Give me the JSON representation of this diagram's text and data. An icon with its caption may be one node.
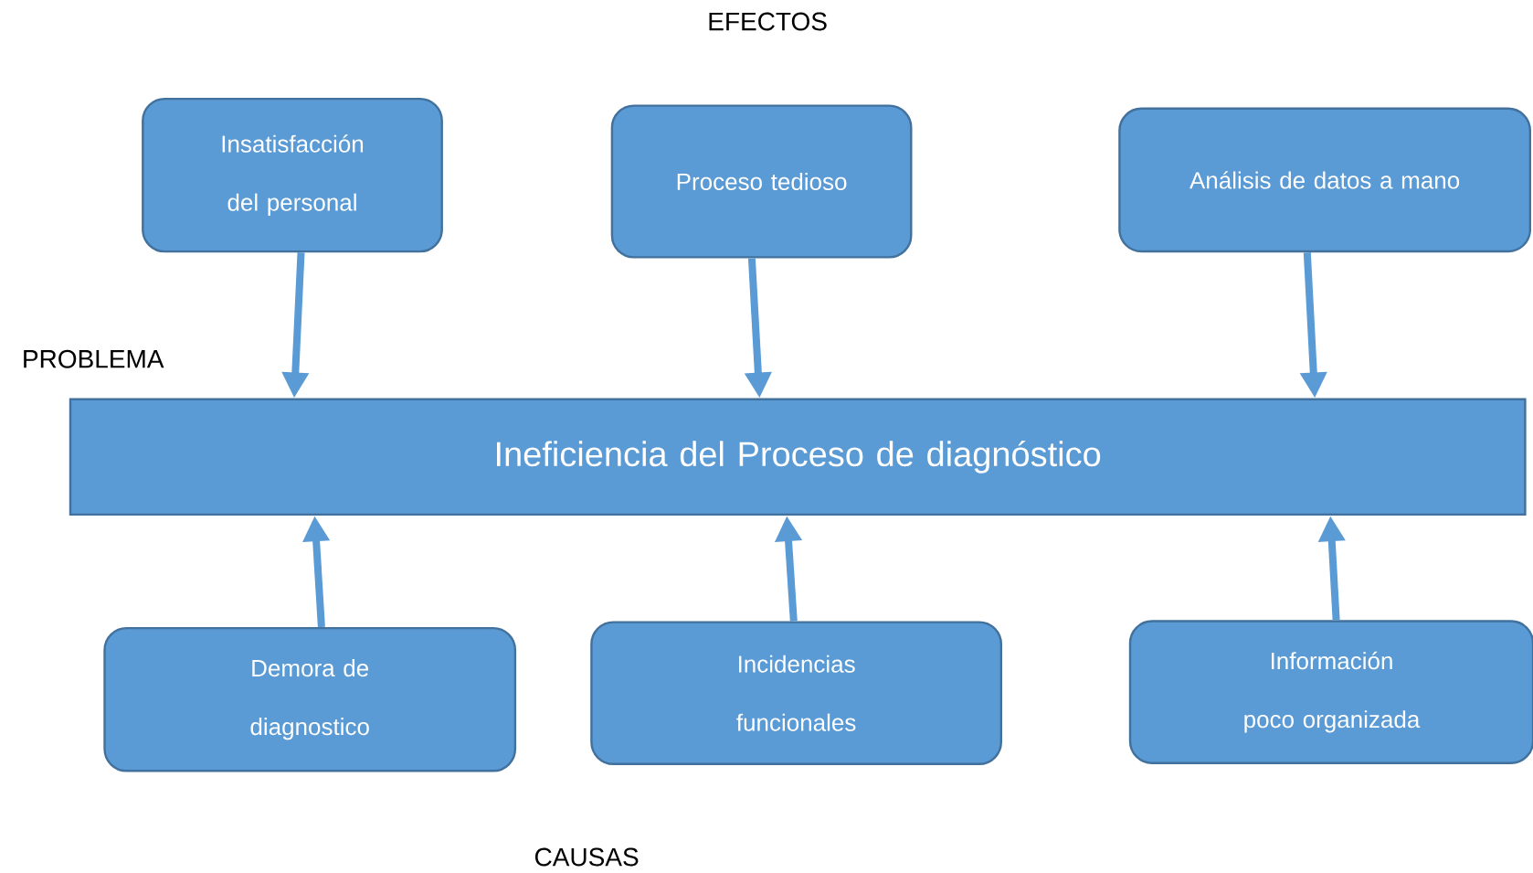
{
  "diagram": {
    "nodes": [
      {
        "text": [
          "Insatisfacción del personal"
        ]
      },
      {
        "text": [
          "Proceso tedioso"
        ]
      },
      {
        "text": [
          "Análisis de datos a mano"
        ]
      },
      {
        "text": [
          "Ineficiencia del Proceso de diagnóstico"
        ]
      },
      {
        "text": [
          "Demora de diagnostico"
        ]
      },
      {
        "text": [
          "Incidencias funcionales"
        ]
      },
      {
        "text": [
          "Información poco organizada"
        ]
      }
    ],
    "edges": [
      {
        "from": 0,
        "to": 3,
        "arrow": "to"
      },
      {
        "from": 1,
        "to": 3,
        "arrow": "to"
      },
      {
        "from": 2,
        "to": 3,
        "arrow": "to"
      },
      {
        "from": 4,
        "to": 3,
        "arrow": "to"
      },
      {
        "from": 5,
        "to": 3,
        "arrow": "to"
      },
      {
        "from": 6,
        "to": 3,
        "arrow": "to"
      }
    ],
    "labels": [
      "EFECTOS",
      "PROBLEMA",
      "CAUSAS"
    ]
  }
}
